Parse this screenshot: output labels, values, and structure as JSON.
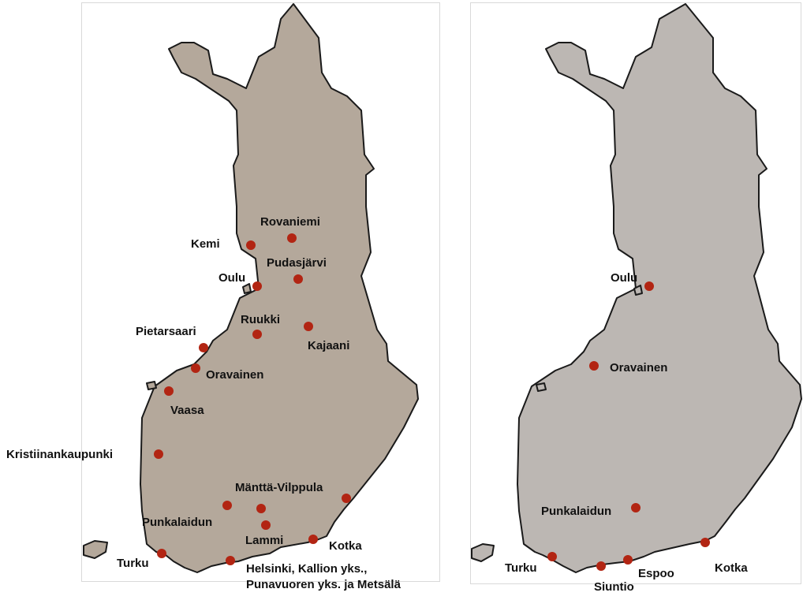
{
  "colors": {
    "marker": "#b22513",
    "outline": "#1a1a1a",
    "left_fill": "#b4a89b",
    "right_fill": "#bcb7b3",
    "frame": "#d9d9d9"
  },
  "maps": [
    {
      "id": "left",
      "cities": [
        {
          "name": "Rovaniemi"
        },
        {
          "name": "Kemi"
        },
        {
          "name": "Pudasjärvi"
        },
        {
          "name": "Oulu"
        },
        {
          "name": "Ruukki"
        },
        {
          "name": "Kajaani"
        },
        {
          "name": "Pietarsaari"
        },
        {
          "name": "Oravainen"
        },
        {
          "name": "Vaasa"
        },
        {
          "name": "Kristiinankaupunki"
        },
        {
          "name": "Mänttä-Vilppula"
        },
        {
          "name": "Punkalaidun"
        },
        {
          "name": "Lammi"
        },
        {
          "name": "Kotka"
        },
        {
          "name": "Turku"
        },
        {
          "name": "Helsinki, Kallion yks.,\nPunavuoren yks. ja Metsälä"
        }
      ]
    },
    {
      "id": "right",
      "cities": [
        {
          "name": "Oulu"
        },
        {
          "name": "Oravainen"
        },
        {
          "name": "Punkalaidun"
        },
        {
          "name": "Turku"
        },
        {
          "name": "Siuntio"
        },
        {
          "name": "Espoo"
        },
        {
          "name": "Kotka"
        }
      ]
    }
  ]
}
